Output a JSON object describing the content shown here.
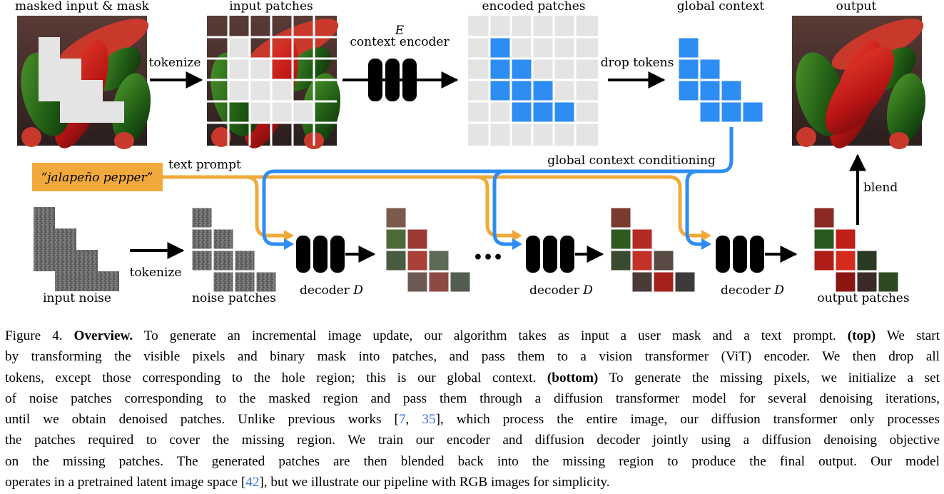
{
  "figure": {
    "top_labels": {
      "masked_input": "masked input & mask",
      "input_patches": "input patches",
      "encoded_patches": "encoded patches",
      "global_context": "global context",
      "output": "output"
    },
    "arrow_labels": {
      "tokenize_top": "tokenize",
      "encoder_symbol": "E",
      "context_encoder": "context encoder",
      "drop_tokens": "drop tokens",
      "text_prompt": "text prompt",
      "global_context_conditioning": "global context conditioning",
      "blend": "blend",
      "tokenize_bottom": "tokenize"
    },
    "prompt_box": "“jalapeño pepper”",
    "bottom_labels": {
      "input_noise": "input noise",
      "noise_patches": "noise patches",
      "decoder_word": "decoder",
      "decoder_symbol": "D",
      "output_patches": "output patches",
      "ellipsis": "•••"
    },
    "colors": {
      "encoded_blue": "#2d8df2",
      "conditioning_blue": "#2d8df2",
      "prompt_orange": "#f2a93b",
      "mask_gray": "#e4e4e4",
      "noise_gray": "#6b6b6b"
    }
  },
  "caption": {
    "line1": {
      "prefix": "Figure 4. ",
      "bold1": "Overview.",
      "text1": " To generate an incremental image update, our algorithm takes as input a user mask and a text prompt. ",
      "bold2": "(top)",
      "text2": " We start"
    },
    "line2": "by transforming the visible pixels and binary mask into patches, and pass them to a vision transformer (ViT) encoder. We then drop all",
    "line3": {
      "text1": "tokens, except those corresponding to the hole region; this is our global context. ",
      "bold": "(bottom)",
      "text2": " To generate the missing pixels, we initialize a set"
    },
    "line4": "of noise patches corresponding to the masked region and pass them through a diffusion transformer model for several denoising iterations,",
    "line5": {
      "text1": "until we obtain denoised patches. Unlike previous works [",
      "cite1": "7",
      "sep": ", ",
      "cite2": "35",
      "text2": "], which process the entire image, our diffusion transformer only processes"
    },
    "line6": "the patches required to cover the missing region. We train our encoder and diffusion decoder jointly using a diffusion denoising objective",
    "line7": "on the missing patches. The generated patches are then blended back into the missing region to produce the final output. Our model",
    "line8": {
      "text1": "operates in a pretrained latent image space [",
      "cite": "42",
      "text2": "], but we illustrate our pipeline with RGB images for simplicity."
    }
  }
}
